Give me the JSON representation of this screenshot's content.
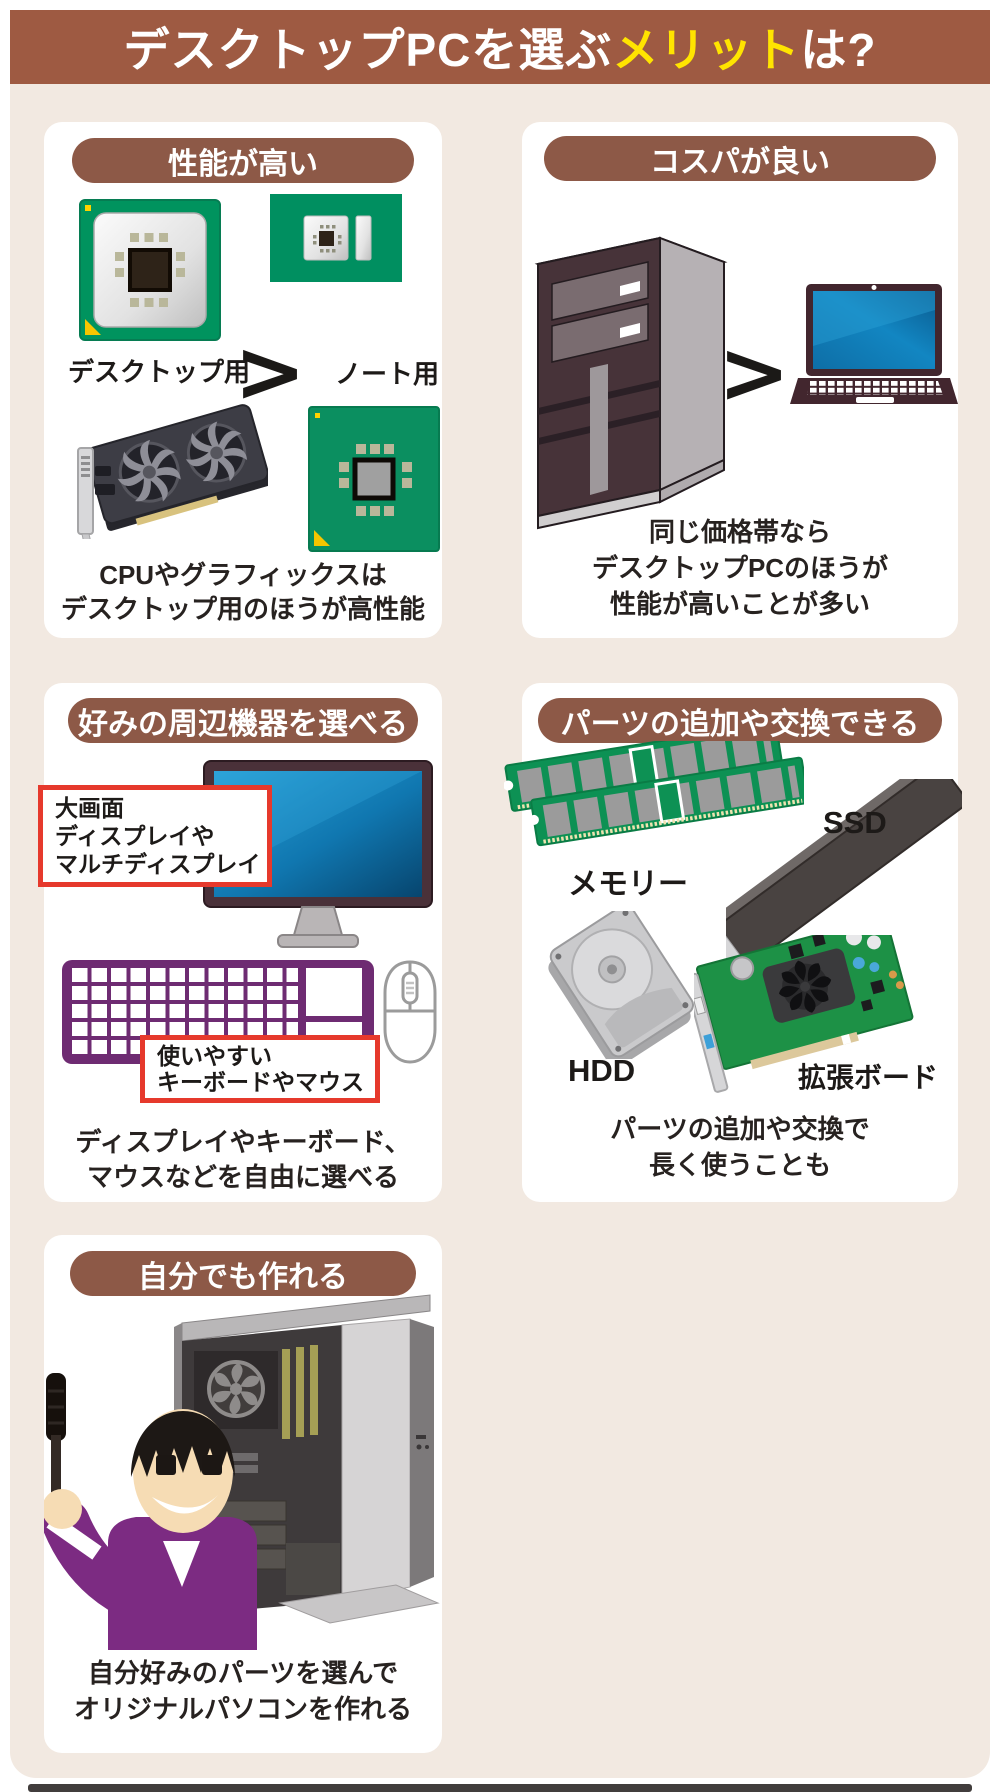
{
  "header": {
    "title_prefix": "デスクトップPCを選ぶ",
    "title_highlight": "メリット",
    "title_suffix": "は?"
  },
  "symbols": {
    "greater_than": ">"
  },
  "colors": {
    "header_bg": "#9e5a42",
    "pill_bg": "#8d5947",
    "content_bg": "#f2e9e1",
    "card_bg": "#ffffff",
    "title_highlight": "#ffe400",
    "annotation_red": "#e6392c",
    "pcb_green": "#00935e",
    "keyboard_purple": "#6e2b72",
    "suit_purple": "#7c2b82",
    "screen_blue": "#1286c2"
  },
  "cards": {
    "performance": {
      "title": "性能が高い",
      "compare_left": "デスクトップ用",
      "compare_right": "ノート用",
      "caption": "CPUやグラフィックスは\nデスクトップ用のほうが高性能"
    },
    "cost": {
      "title": "コスパが良い",
      "caption": "同じ価格帯なら\nデスクトップPCのほうが\n性能が高いことが多い"
    },
    "peripherals": {
      "title": "好みの周辺機器を選べる",
      "display_note": "大画面\nディスプレイや\nマルチディスプレイ",
      "input_note": "使いやすい\nキーボードやマウス",
      "caption": "ディスプレイやキーボード、\nマウスなどを自由に選べる"
    },
    "parts": {
      "title": "パーツの追加や交換できる",
      "memory_label": "メモリー",
      "ssd_label": "SSD",
      "hdd_label": "HDD",
      "board_label": "拡張ボード",
      "caption": "パーツの追加や交換で\n長く使うことも"
    },
    "diy": {
      "title": "自分でも作れる",
      "caption": "自分好みのパーツを選んで\nオリジナルパソコンを作れる"
    }
  }
}
